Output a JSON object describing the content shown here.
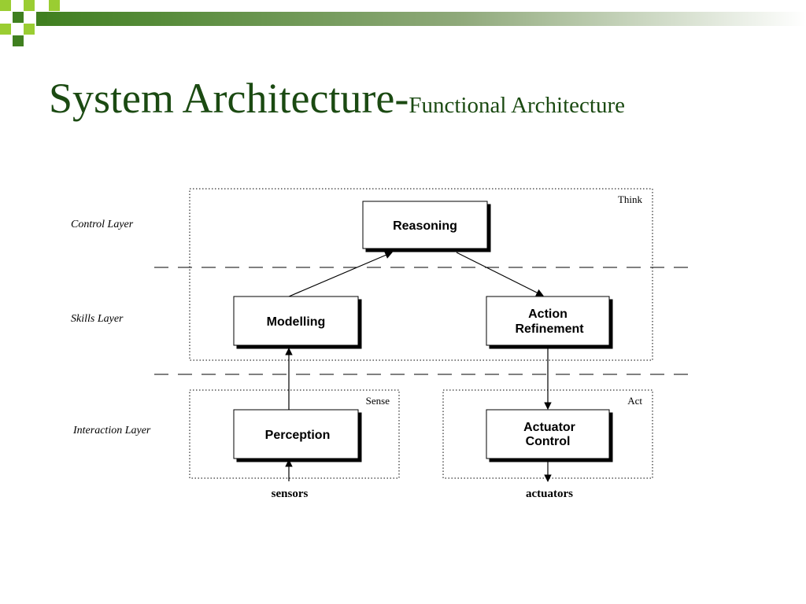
{
  "slide": {
    "title_main": "System Architecture-",
    "title_sub": "Functional Architecture",
    "theme_colors": {
      "dark_green": "#3f7f1f",
      "light_green": "#9acd32",
      "title": "#1b4a12"
    }
  },
  "diagram": {
    "layers": {
      "control": "Control Layer",
      "skills": "Skills Layer",
      "interaction": "Interaction Layer"
    },
    "regions": {
      "think": "Think",
      "sense": "Sense",
      "act": "Act"
    },
    "boxes": {
      "reasoning": [
        "Reasoning"
      ],
      "modelling": [
        "Modelling"
      ],
      "action_refinement": [
        "Action",
        "Refinement"
      ],
      "perception": [
        "Perception"
      ],
      "actuator_control": [
        "Actuator",
        "Control"
      ]
    },
    "io": {
      "sensors": "sensors",
      "actuators": "actuators"
    }
  }
}
